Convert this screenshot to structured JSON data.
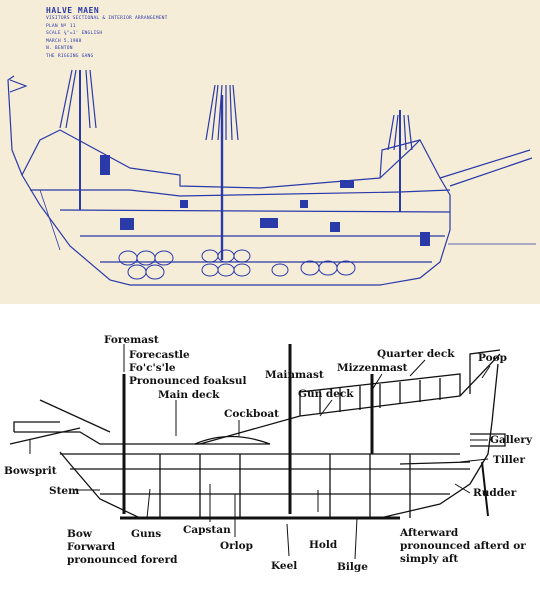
{
  "title_block": {
    "title": "HALVE MAEN",
    "lines": [
      "VISITORS SECTIONAL & INTERIOR ARRANGEMENT",
      "PLAN Nº 11",
      "SCALE ⅜\"=1' ENGLISH",
      "MARCH 5,1988",
      "N. BENTON",
      "THE RIGGING GANG"
    ]
  },
  "labels": {
    "foremast": "Foremast",
    "forecastle": "Forecastle",
    "focsle": "Fo'c's'le",
    "foaksul": "Pronounced foaksul",
    "main_deck": "Main deck",
    "cockboat": "Cockboat",
    "mainmast": "Mainmast",
    "gun_deck": "Gun deck",
    "mizzenmast": "Mizzenmast",
    "quarter_deck": "Quarter deck",
    "poop": "Poop",
    "gallery": "Gallery",
    "tiller": "Tiller",
    "bowsprit": "Bowsprit",
    "stem": "Stem",
    "rudder": "Rudder",
    "guns": "Guns",
    "capstan": "Capstan",
    "orlop": "Orlop",
    "hold": "Hold",
    "bilge": "Bilge",
    "keel": "Keel",
    "bow": "Bow",
    "forward": "Forward",
    "forward_pron": "pronounced forerd",
    "afterward": "Afterward",
    "afterward_pron": "pronounced afterd or",
    "afterward_pron2": "simply aft"
  },
  "colors": {
    "blueprint_ink": "#2a3aa8",
    "paper": "#f6edd9",
    "line_ink": "#111111"
  }
}
